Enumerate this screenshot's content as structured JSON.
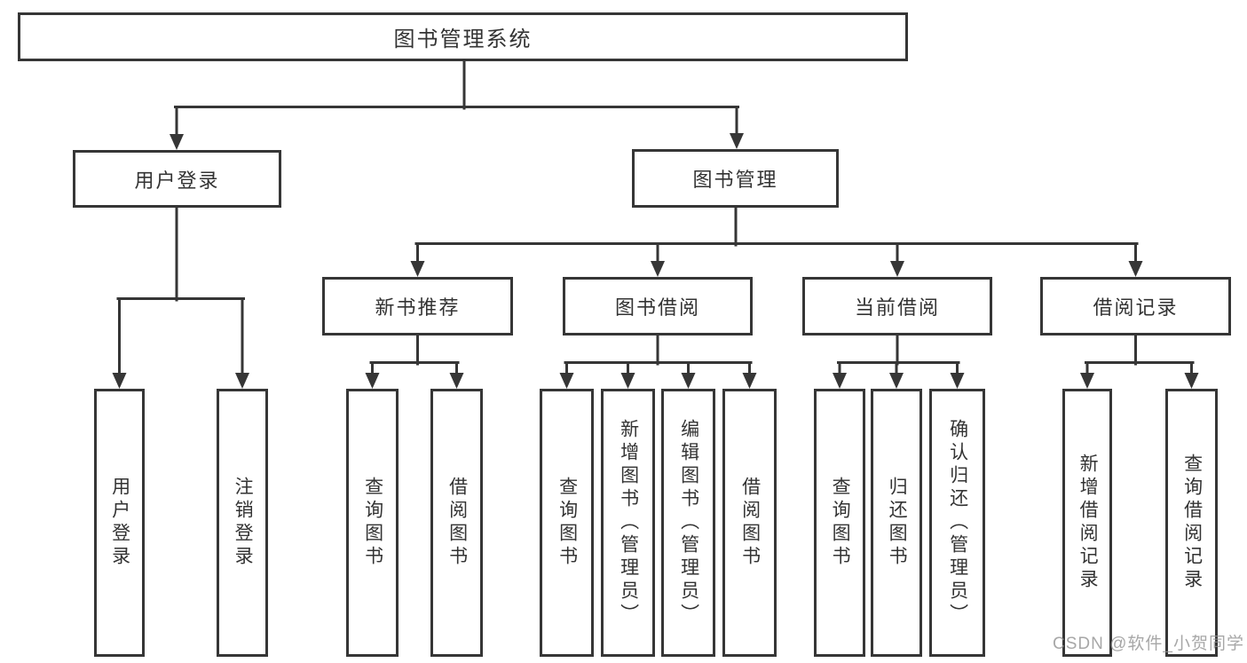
{
  "colors": {
    "line": "#363636",
    "text": "#333333",
    "background": "#ffffff",
    "watermark": "#919191"
  },
  "nodes": {
    "root": {
      "label": "图书管理系统"
    },
    "level2": [
      {
        "label": "用户登录"
      },
      {
        "label": "图书管理"
      }
    ],
    "level3": [
      {
        "label": "新书推荐"
      },
      {
        "label": "图书借阅"
      },
      {
        "label": "当前借阅"
      },
      {
        "label": "借阅记录"
      }
    ],
    "leaves": [
      {
        "label": "用户登录"
      },
      {
        "label": "注销登录"
      },
      {
        "label": "查询图书"
      },
      {
        "label": "借阅图书"
      },
      {
        "label": "查询图书"
      },
      {
        "label": "新增图书（管理员）"
      },
      {
        "label": "编辑图书（管理员）"
      },
      {
        "label": "借阅图书"
      },
      {
        "label": "查询图书"
      },
      {
        "label": "归还图书"
      },
      {
        "label": "确认归还（管理员）"
      },
      {
        "label": "新增借阅记录"
      },
      {
        "label": "查询借阅记录"
      }
    ]
  },
  "watermark": {
    "text": "CSDN @软件_小贺同学"
  }
}
